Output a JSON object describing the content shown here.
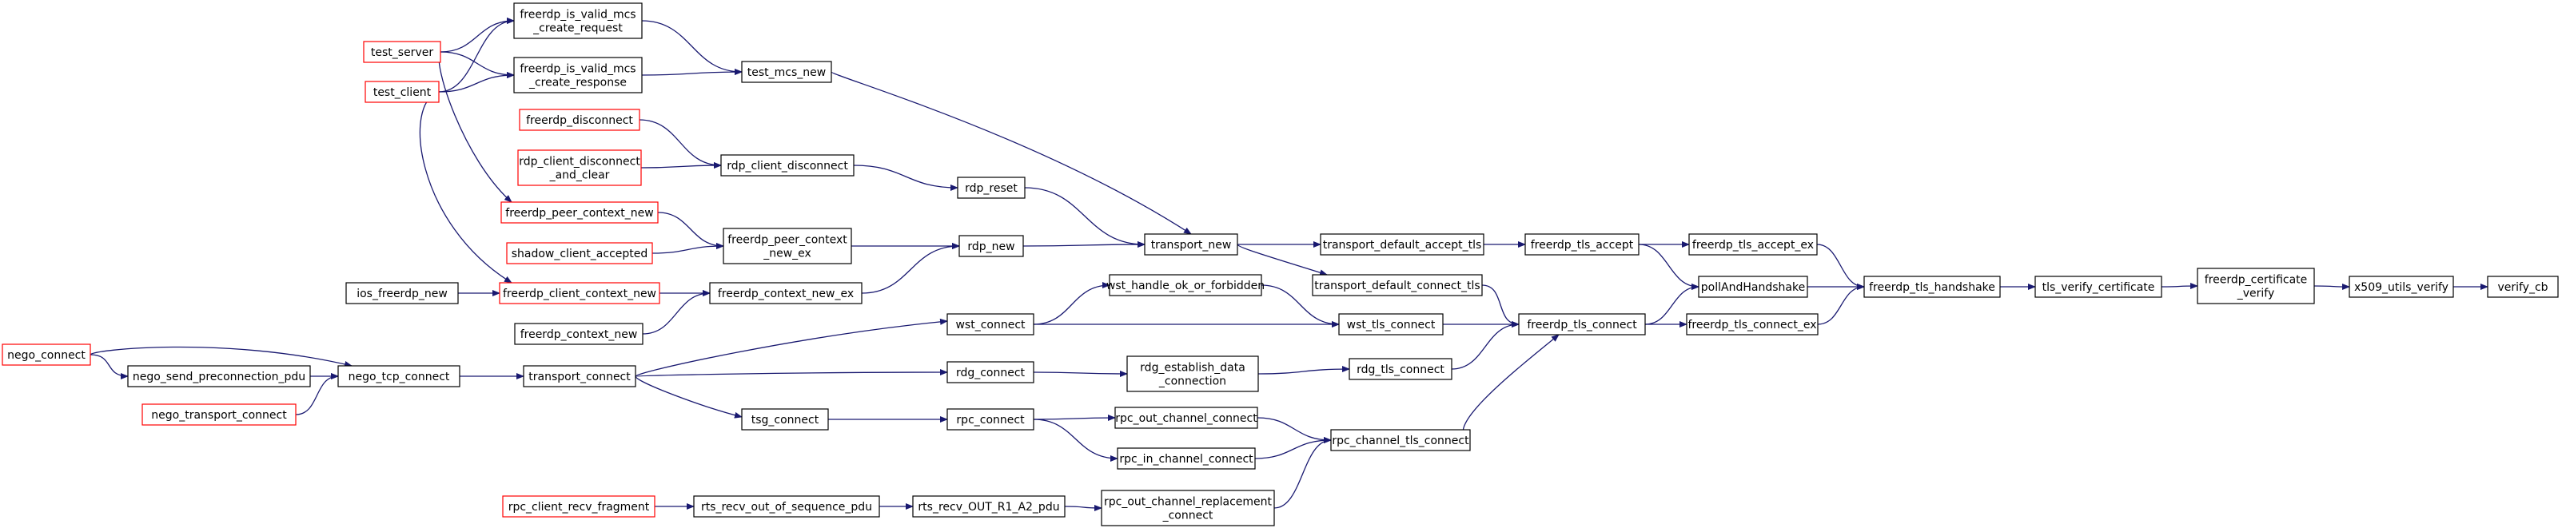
{
  "graph": {
    "colors": {
      "edge": "#191970",
      "node_border": "#000000",
      "node_border_truncated": "#ff0000",
      "node_fill": "#ffffff",
      "root_fill": "#bfbfbf",
      "text": "#000000"
    },
    "nodes": [
      {
        "id": "verify_cb",
        "label": [
          "verify_cb"
        ],
        "root": true
      },
      {
        "id": "x509_utils_verify",
        "label": [
          "x509_utils_verify"
        ]
      },
      {
        "id": "freerdp_certificate_verify",
        "label": [
          "freerdp_certificate",
          "_verify"
        ]
      },
      {
        "id": "tls_verify_certificate",
        "label": [
          "tls_verify_certificate"
        ]
      },
      {
        "id": "freerdp_tls_handshake",
        "label": [
          "freerdp_tls_handshake"
        ]
      },
      {
        "id": "freerdp_tls_accept_ex",
        "label": [
          "freerdp_tls_accept_ex"
        ]
      },
      {
        "id": "pollAndHandshake",
        "label": [
          "pollAndHandshake"
        ]
      },
      {
        "id": "freerdp_tls_connect_ex",
        "label": [
          "freerdp_tls_connect_ex"
        ]
      },
      {
        "id": "freerdp_tls_accept",
        "label": [
          "freerdp_tls_accept"
        ]
      },
      {
        "id": "freerdp_tls_connect",
        "label": [
          "freerdp_tls_connect"
        ]
      },
      {
        "id": "transport_default_accept_tls",
        "label": [
          "transport_default_accept_tls"
        ]
      },
      {
        "id": "transport_default_connect_tls",
        "label": [
          "transport_default_connect_tls"
        ]
      },
      {
        "id": "wst_tls_connect",
        "label": [
          "wst_tls_connect"
        ]
      },
      {
        "id": "rdg_tls_connect",
        "label": [
          "rdg_tls_connect"
        ]
      },
      {
        "id": "rpc_channel_tls_connect",
        "label": [
          "rpc_channel_tls_connect"
        ]
      },
      {
        "id": "transport_new",
        "label": [
          "transport_new"
        ]
      },
      {
        "id": "wst_handle_ok_or_forbidden",
        "label": [
          "wst_handle_ok_or_forbidden"
        ]
      },
      {
        "id": "rdg_establish_data_connection",
        "label": [
          "rdg_establish_data",
          "_connection"
        ]
      },
      {
        "id": "rpc_out_channel_connect",
        "label": [
          "rpc_out_channel_connect"
        ]
      },
      {
        "id": "rpc_in_channel_connect",
        "label": [
          "rpc_in_channel_connect"
        ]
      },
      {
        "id": "rpc_out_channel_replacement_connect",
        "label": [
          "rpc_out_channel_replacement",
          "_connect"
        ]
      },
      {
        "id": "test_mcs_new",
        "label": [
          "test_mcs_new"
        ]
      },
      {
        "id": "rdp_reset",
        "label": [
          "rdp_reset"
        ]
      },
      {
        "id": "rdp_new",
        "label": [
          "rdp_new"
        ]
      },
      {
        "id": "wst_connect",
        "label": [
          "wst_connect"
        ]
      },
      {
        "id": "rdg_connect",
        "label": [
          "rdg_connect"
        ]
      },
      {
        "id": "rpc_connect",
        "label": [
          "rpc_connect"
        ]
      },
      {
        "id": "rts_recv_OUT_R1_A2_pdu",
        "label": [
          "rts_recv_OUT_R1_A2_pdu"
        ]
      },
      {
        "id": "rdp_client_disconnect",
        "label": [
          "rdp_client_disconnect"
        ]
      },
      {
        "id": "freerdp_peer_context_new_ex",
        "label": [
          "freerdp_peer_context",
          "_new_ex"
        ]
      },
      {
        "id": "freerdp_context_new_ex",
        "label": [
          "freerdp_context_new_ex"
        ]
      },
      {
        "id": "transport_connect",
        "label": [
          "transport_connect"
        ]
      },
      {
        "id": "tsg_connect",
        "label": [
          "tsg_connect"
        ]
      },
      {
        "id": "rts_recv_out_of_sequence_pdu",
        "label": [
          "rts_recv_out_of_sequence_pdu"
        ]
      },
      {
        "id": "freerdp_is_valid_mcs_create_request",
        "label": [
          "freerdp_is_valid_mcs",
          "_create_request"
        ]
      },
      {
        "id": "freerdp_is_valid_mcs_create_response",
        "label": [
          "freerdp_is_valid_mcs",
          "_create_response"
        ]
      },
      {
        "id": "freerdp_disconnect",
        "label": [
          "freerdp_disconnect"
        ],
        "truncated": true
      },
      {
        "id": "rdp_client_disconnect_and_clear",
        "label": [
          "rdp_client_disconnect",
          "_and_clear"
        ],
        "truncated": true
      },
      {
        "id": "freerdp_peer_context_new",
        "label": [
          "freerdp_peer_context_new"
        ],
        "truncated": true
      },
      {
        "id": "shadow_client_accepted",
        "label": [
          "shadow_client_accepted"
        ],
        "truncated": true
      },
      {
        "id": "freerdp_client_context_new",
        "label": [
          "freerdp_client_context_new"
        ],
        "truncated": true
      },
      {
        "id": "freerdp_context_new",
        "label": [
          "freerdp_context_new"
        ]
      },
      {
        "id": "nego_tcp_connect",
        "label": [
          "nego_tcp_connect"
        ]
      },
      {
        "id": "rpc_client_recv_fragment",
        "label": [
          "rpc_client_recv_fragment"
        ],
        "truncated": true
      },
      {
        "id": "test_server",
        "label": [
          "test_server"
        ],
        "truncated": true
      },
      {
        "id": "test_client",
        "label": [
          "test_client"
        ],
        "truncated": true
      },
      {
        "id": "ios_freerdp_new",
        "label": [
          "ios_freerdp_new"
        ]
      },
      {
        "id": "nego_connect",
        "label": [
          "nego_connect"
        ],
        "truncated": true
      },
      {
        "id": "nego_send_preconnection_pdu",
        "label": [
          "nego_send_preconnection_pdu"
        ]
      },
      {
        "id": "nego_transport_connect",
        "label": [
          "nego_transport_connect"
        ],
        "truncated": true
      }
    ],
    "edges": [
      [
        "x509_utils_verify",
        "verify_cb"
      ],
      [
        "freerdp_certificate_verify",
        "x509_utils_verify"
      ],
      [
        "tls_verify_certificate",
        "freerdp_certificate_verify"
      ],
      [
        "freerdp_tls_handshake",
        "tls_verify_certificate"
      ],
      [
        "freerdp_tls_accept_ex",
        "freerdp_tls_handshake"
      ],
      [
        "pollAndHandshake",
        "freerdp_tls_handshake"
      ],
      [
        "freerdp_tls_connect_ex",
        "freerdp_tls_handshake"
      ],
      [
        "freerdp_tls_accept",
        "freerdp_tls_accept_ex"
      ],
      [
        "freerdp_tls_accept",
        "pollAndHandshake"
      ],
      [
        "freerdp_tls_connect",
        "pollAndHandshake"
      ],
      [
        "freerdp_tls_connect",
        "freerdp_tls_connect_ex"
      ],
      [
        "transport_default_accept_tls",
        "freerdp_tls_accept"
      ],
      [
        "transport_default_connect_tls",
        "freerdp_tls_connect"
      ],
      [
        "wst_tls_connect",
        "freerdp_tls_connect"
      ],
      [
        "rdg_tls_connect",
        "freerdp_tls_connect"
      ],
      [
        "rpc_channel_tls_connect",
        "freerdp_tls_connect"
      ],
      [
        "transport_new",
        "transport_default_accept_tls"
      ],
      [
        "transport_new",
        "transport_default_connect_tls"
      ],
      [
        "wst_handle_ok_or_forbidden",
        "wst_tls_connect"
      ],
      [
        "wst_connect",
        "wst_tls_connect"
      ],
      [
        "rdg_establish_data_connection",
        "rdg_tls_connect"
      ],
      [
        "rpc_out_channel_connect",
        "rpc_channel_tls_connect"
      ],
      [
        "rpc_in_channel_connect",
        "rpc_channel_tls_connect"
      ],
      [
        "rpc_out_channel_replacement_connect",
        "rpc_channel_tls_connect"
      ],
      [
        "test_mcs_new",
        "transport_new"
      ],
      [
        "rdp_reset",
        "transport_new"
      ],
      [
        "rdp_new",
        "transport_new"
      ],
      [
        "wst_connect",
        "wst_handle_ok_or_forbidden"
      ],
      [
        "rdg_connect",
        "rdg_establish_data_connection"
      ],
      [
        "rpc_connect",
        "rpc_out_channel_connect"
      ],
      [
        "rpc_connect",
        "rpc_in_channel_connect"
      ],
      [
        "rts_recv_OUT_R1_A2_pdu",
        "rpc_out_channel_replacement_connect"
      ],
      [
        "freerdp_is_valid_mcs_create_request",
        "test_mcs_new"
      ],
      [
        "freerdp_is_valid_mcs_create_response",
        "test_mcs_new"
      ],
      [
        "rdp_client_disconnect",
        "rdp_reset"
      ],
      [
        "freerdp_peer_context_new_ex",
        "rdp_new"
      ],
      [
        "freerdp_context_new_ex",
        "rdp_new"
      ],
      [
        "transport_connect",
        "wst_connect"
      ],
      [
        "transport_connect",
        "rdg_connect"
      ],
      [
        "transport_connect",
        "tsg_connect"
      ],
      [
        "tsg_connect",
        "rpc_connect"
      ],
      [
        "rts_recv_out_of_sequence_pdu",
        "rts_recv_OUT_R1_A2_pdu"
      ],
      [
        "test_server",
        "freerdp_is_valid_mcs_create_request"
      ],
      [
        "test_client",
        "freerdp_is_valid_mcs_create_request"
      ],
      [
        "test_server",
        "freerdp_is_valid_mcs_create_response"
      ],
      [
        "test_client",
        "freerdp_is_valid_mcs_create_response"
      ],
      [
        "freerdp_disconnect",
        "rdp_client_disconnect"
      ],
      [
        "rdp_client_disconnect_and_clear",
        "rdp_client_disconnect"
      ],
      [
        "test_server",
        "freerdp_peer_context_new"
      ],
      [
        "freerdp_peer_context_new",
        "freerdp_peer_context_new_ex"
      ],
      [
        "shadow_client_accepted",
        "freerdp_peer_context_new_ex"
      ],
      [
        "freerdp_client_context_new",
        "freerdp_context_new_ex"
      ],
      [
        "freerdp_context_new",
        "freerdp_context_new_ex"
      ],
      [
        "test_client",
        "freerdp_client_context_new"
      ],
      [
        "ios_freerdp_new",
        "freerdp_client_context_new"
      ],
      [
        "nego_tcp_connect",
        "transport_connect"
      ],
      [
        "nego_connect",
        "nego_tcp_connect"
      ],
      [
        "nego_connect",
        "nego_send_preconnection_pdu"
      ],
      [
        "nego_send_preconnection_pdu",
        "nego_tcp_connect"
      ],
      [
        "nego_transport_connect",
        "nego_tcp_connect"
      ],
      [
        "rpc_client_recv_fragment",
        "rts_recv_out_of_sequence_pdu"
      ]
    ]
  }
}
